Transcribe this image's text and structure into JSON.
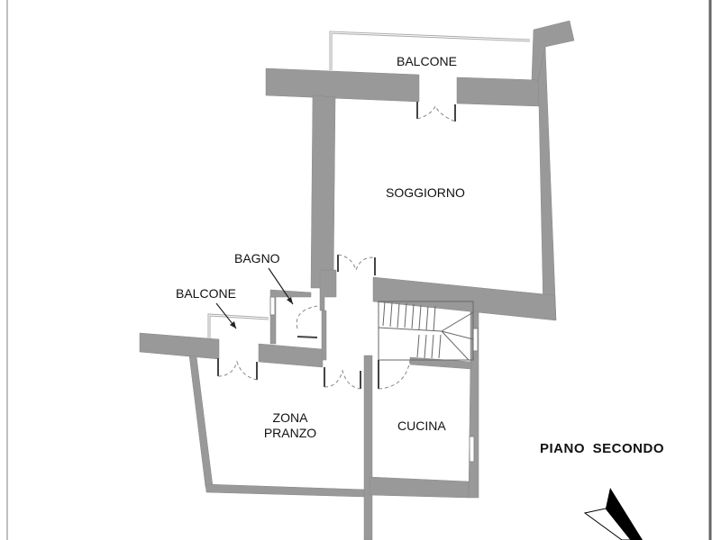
{
  "title": "PIANO  SECONDO",
  "rooms": {
    "balcone_top": "BALCONE",
    "soggiorno": "SOGGIORNO",
    "bagno": "BAGNO",
    "balcone_left": "BALCONE",
    "zona_pranzo_line1": "ZONA",
    "zona_pranzo_line2": "PRANZO",
    "cucina": "CUCINA"
  },
  "colors": {
    "wall": "#999999",
    "text": "#111111"
  }
}
